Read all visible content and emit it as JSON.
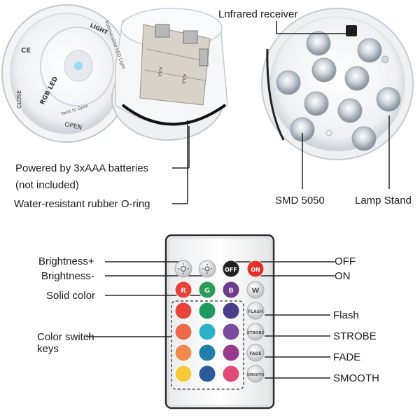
{
  "top_labels": {
    "infrared": "Lnfrared receiver",
    "batteries_1": "Powered by 3xAAA batteries",
    "batteries_2": "(not included)",
    "oring": "Water-resistant rubber O-ring",
    "smd": "SMD 5050",
    "lamp_stand": "Lamp Stand"
  },
  "device_print": {
    "rgb_led": "RGB LED",
    "light": "LIGHT",
    "open": "OPEN",
    "close": "CLOSE",
    "twist_open": "Twist to Open",
    "submersible": "Submersible LED Light",
    "aaa_1": "AAA",
    "aaa_2": "AAA"
  },
  "remote_labels": {
    "brightness_up": "Brightness+",
    "brightness_down": "Brightness-",
    "solid_color": "Solid color",
    "color_switch_1": "Color switch",
    "color_switch_2": "keys",
    "off": "OFF",
    "on": "ON",
    "flash": "Flash",
    "strobe": "STROBE",
    "fade": "FADE",
    "smooth": "SMOOTH"
  },
  "remote_buttons": {
    "off": "OFF",
    "on": "ON",
    "r": "R",
    "g": "G",
    "b": "B",
    "w": "W",
    "flash": "FLASH",
    "strobe": "STROBE",
    "fade": "FADE",
    "smooth": "SMOOTH"
  },
  "colors": {
    "red": "#e8433a",
    "green": "#2a9a56",
    "blue": "#2f4fa0",
    "purple": "#6b3d8c",
    "off_button": "#222222",
    "on_button": "#e0302a",
    "grid_colors": [
      "#e8433a",
      "#1e9b5c",
      "#4a3d8a",
      "#ec6a4a",
      "#2bb1c8",
      "#7a4a9c",
      "#f08a4a",
      "#1f7fa8",
      "#9a3a8c",
      "#f5c93a",
      "#2b5b9c",
      "#e24a7a"
    ]
  }
}
